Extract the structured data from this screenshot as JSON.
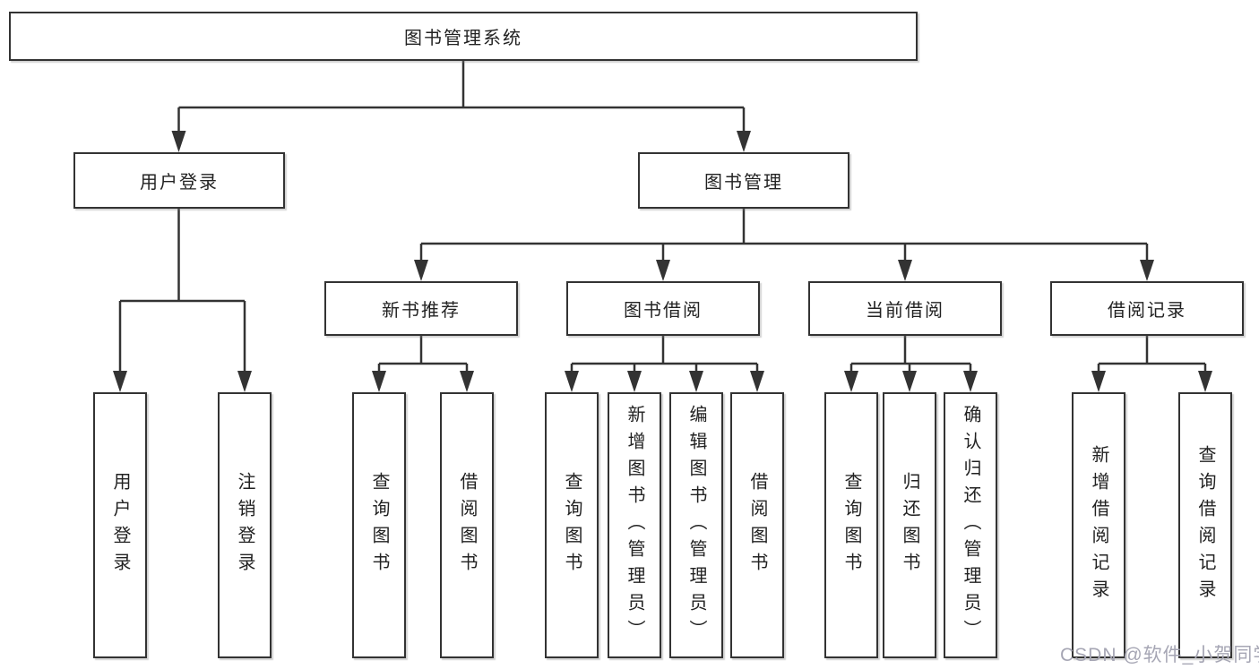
{
  "diagram": {
    "root": {
      "label": "图书管理系统"
    },
    "level2": [
      {
        "label": "用户登录",
        "parent": "图书管理系统"
      },
      {
        "label": "图书管理",
        "parent": "图书管理系统"
      }
    ],
    "level3": [
      {
        "label": "新书推荐",
        "parent": "图书管理"
      },
      {
        "label": "图书借阅",
        "parent": "图书管理"
      },
      {
        "label": "当前借阅",
        "parent": "图书管理"
      },
      {
        "label": "借阅记录",
        "parent": "图书管理"
      }
    ],
    "leaves": [
      {
        "label": "用户登录",
        "parent": "用户登录"
      },
      {
        "label": "注销登录",
        "parent": "用户登录"
      },
      {
        "label": "查询图书",
        "parent": "新书推荐"
      },
      {
        "label": "借阅图书",
        "parent": "新书推荐"
      },
      {
        "label": "查询图书",
        "parent": "图书借阅"
      },
      {
        "label": "新增图书（管理员）",
        "parent": "图书借阅"
      },
      {
        "label": "编辑图书（管理员）",
        "parent": "图书借阅"
      },
      {
        "label": "借阅图书",
        "parent": "图书借阅"
      },
      {
        "label": "查询图书",
        "parent": "当前借阅"
      },
      {
        "label": "归还图书",
        "parent": "当前借阅"
      },
      {
        "label": "确认归还（管理员）",
        "parent": "当前借阅"
      },
      {
        "label": "新增借阅记录",
        "parent": "借阅记录"
      },
      {
        "label": "查询借阅记录",
        "parent": "借阅记录"
      }
    ]
  },
  "watermark": {
    "text": "CSDN @软件_小贺同学"
  },
  "colors": {
    "line": "#333333",
    "box_border": "#333333",
    "text": "#222222",
    "background": "#ffffff",
    "watermark": "#a6a6b4"
  }
}
